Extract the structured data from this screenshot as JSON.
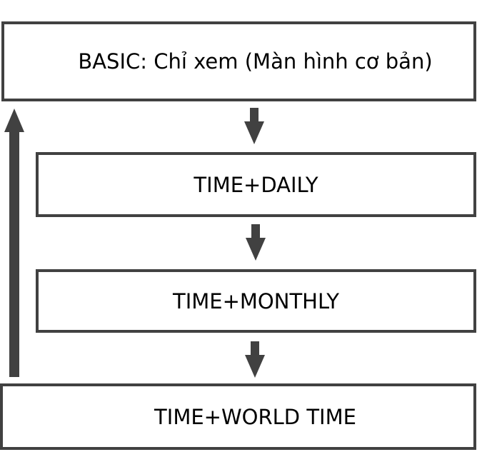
{
  "diagram": {
    "description": "Mode flow diagram",
    "background_color": "#ffffff",
    "line_color": "#414141",
    "text_color": "#000000",
    "boxes": [
      {
        "label": "BASIC: Chỉ xem (Màn hình cơ bản)"
      },
      {
        "label": "TIME+DAILY"
      },
      {
        "label": "TIME+MONTHLY"
      },
      {
        "label": "TIME+WORLD TIME"
      }
    ]
  }
}
